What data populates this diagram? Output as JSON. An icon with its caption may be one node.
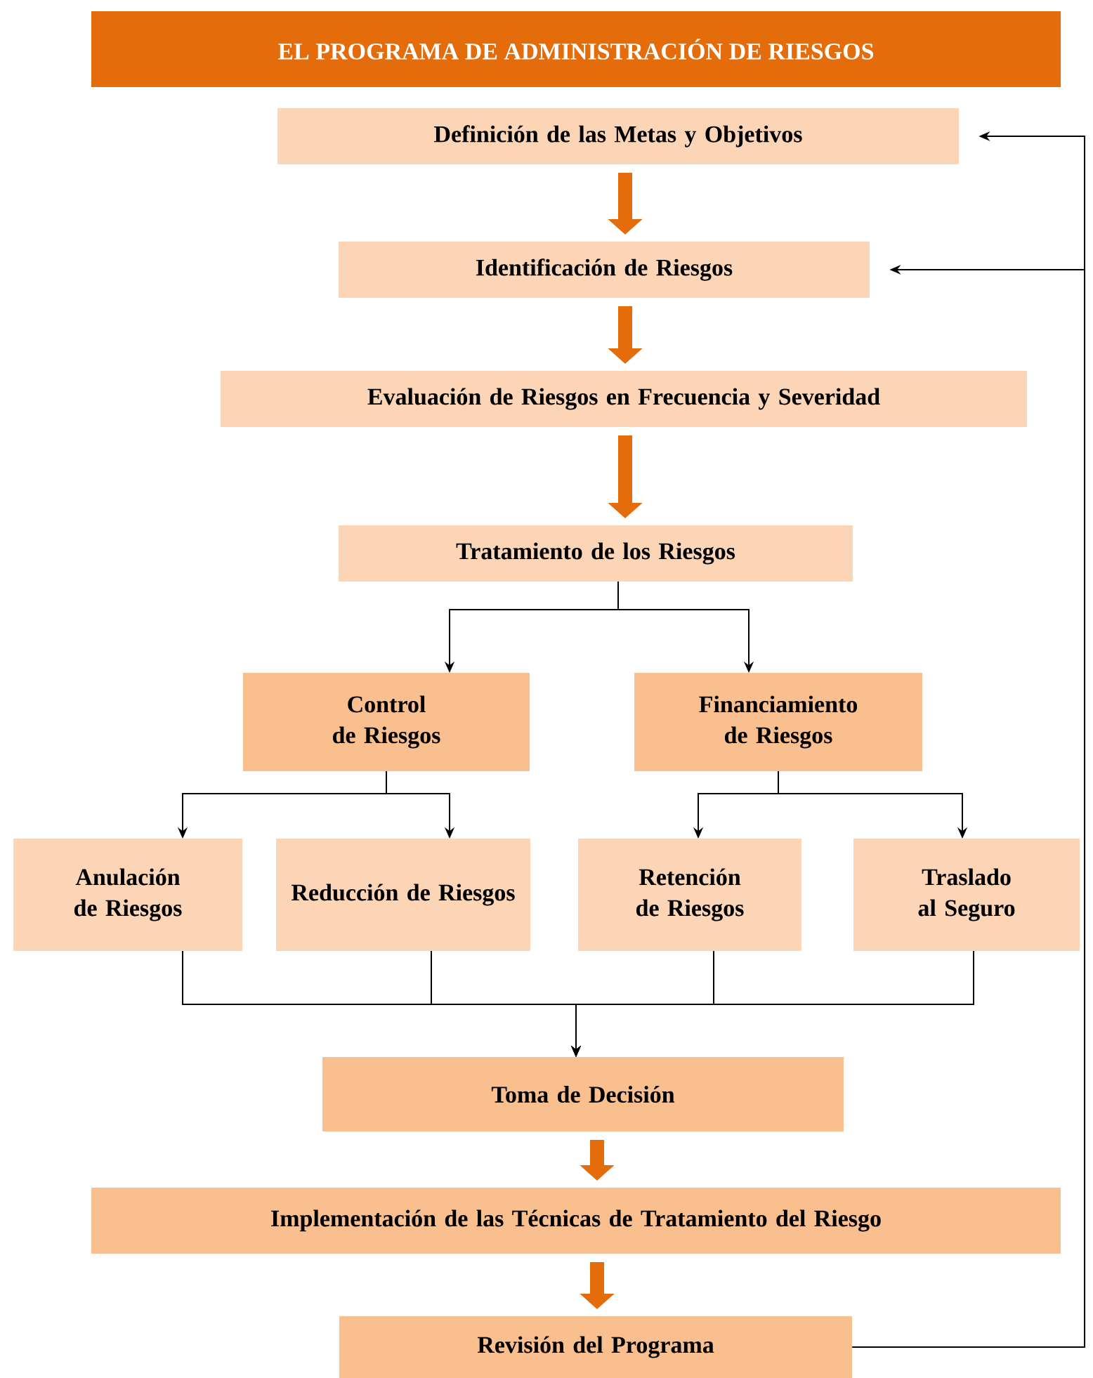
{
  "diagram": {
    "title": "EL PROGRAMA DE ADMINISTRACIÓN DE RIESGOS",
    "nodes": [
      {
        "text": [
          "Definición de las Metas y Objetivos"
        ]
      },
      {
        "text": [
          "Identificación de Riesgos"
        ]
      },
      {
        "text": [
          "Evaluación de Riesgos en Frecuencia y Severidad"
        ]
      },
      {
        "text": [
          "Tratamiento de los Riesgos"
        ]
      },
      {
        "text": [
          "Control de Riesgos"
        ]
      },
      {
        "text": [
          "Financiamiento de Riesgos"
        ]
      },
      {
        "text": [
          "Anulación de Riesgos"
        ]
      },
      {
        "text": [
          "Reducción de Riesgos"
        ]
      },
      {
        "text": [
          "Retención de Riesgos"
        ]
      },
      {
        "text": [
          "Traslado al Seguro"
        ]
      },
      {
        "text": [
          "Toma de Decisión"
        ]
      },
      {
        "text": [
          "Implementación de las Técnicas de Tratamiento del Riesgo"
        ]
      },
      {
        "text": [
          "Revisión del Programa"
        ]
      }
    ],
    "edges": [
      {
        "from": 0,
        "to": 1,
        "arrow": "to",
        "style": "thick",
        "color": "#e46c0a"
      },
      {
        "from": 1,
        "to": 2,
        "arrow": "to",
        "style": "thick",
        "color": "#e46c0a"
      },
      {
        "from": 2,
        "to": 3,
        "arrow": "to",
        "style": "thick",
        "color": "#e46c0a"
      },
      {
        "from": 3,
        "to": 4,
        "arrow": "to"
      },
      {
        "from": 3,
        "to": 5,
        "arrow": "to"
      },
      {
        "from": 4,
        "to": 6,
        "arrow": "to"
      },
      {
        "from": 4,
        "to": 7,
        "arrow": "to"
      },
      {
        "from": 5,
        "to": 8,
        "arrow": "to"
      },
      {
        "from": 5,
        "to": 9,
        "arrow": "to"
      },
      {
        "from": 6,
        "to": 10,
        "arrow": "to"
      },
      {
        "from": 7,
        "to": 10,
        "arrow": "to"
      },
      {
        "from": 8,
        "to": 10,
        "arrow": "to"
      },
      {
        "from": 9,
        "to": 10,
        "arrow": "to"
      },
      {
        "from": 10,
        "to": 11,
        "arrow": "to",
        "style": "thick",
        "color": "#e46c0a"
      },
      {
        "from": 11,
        "to": 12,
        "arrow": "to",
        "style": "thick",
        "color": "#e46c0a"
      },
      {
        "from": 12,
        "to": 1,
        "arrow": "to"
      },
      {
        "from": 12,
        "to": 0,
        "arrow": "to"
      }
    ]
  }
}
